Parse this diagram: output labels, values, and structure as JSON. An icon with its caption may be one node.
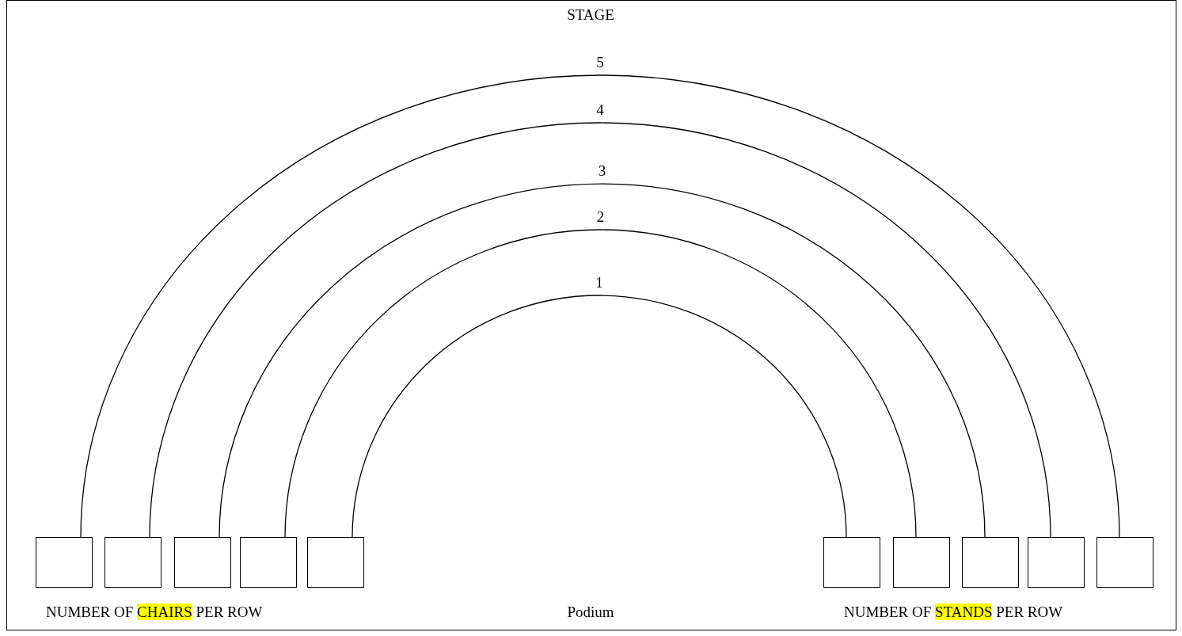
{
  "diagram": {
    "nodes": [
      {
        "text": [],
        "shape": "box"
      },
      {
        "text": [],
        "shape": "box"
      },
      {
        "text": [],
        "shape": "box"
      },
      {
        "text": [],
        "shape": "box"
      },
      {
        "text": [],
        "shape": "box"
      },
      {
        "text": [],
        "shape": "box"
      },
      {
        "text": [],
        "shape": "box"
      },
      {
        "text": [],
        "shape": "box"
      },
      {
        "text": [],
        "shape": "box"
      },
      {
        "text": [],
        "shape": "box"
      }
    ],
    "edges": [
      {
        "from": 0,
        "to": 9,
        "arrow": "none",
        "label": "5"
      },
      {
        "from": 1,
        "to": 8,
        "arrow": "none",
        "label": "4"
      },
      {
        "from": 2,
        "to": 7,
        "arrow": "none",
        "label": "3"
      },
      {
        "from": 3,
        "to": 6,
        "arrow": "none",
        "label": "2"
      },
      {
        "from": 4,
        "to": 5,
        "arrow": "none",
        "label": "1"
      }
    ],
    "labels": [
      "STAGE",
      "NUMBER OF **CHAIRS** PER ROW",
      "Podium",
      "NUMBER OF **STANDS** PER ROW"
    ]
  }
}
